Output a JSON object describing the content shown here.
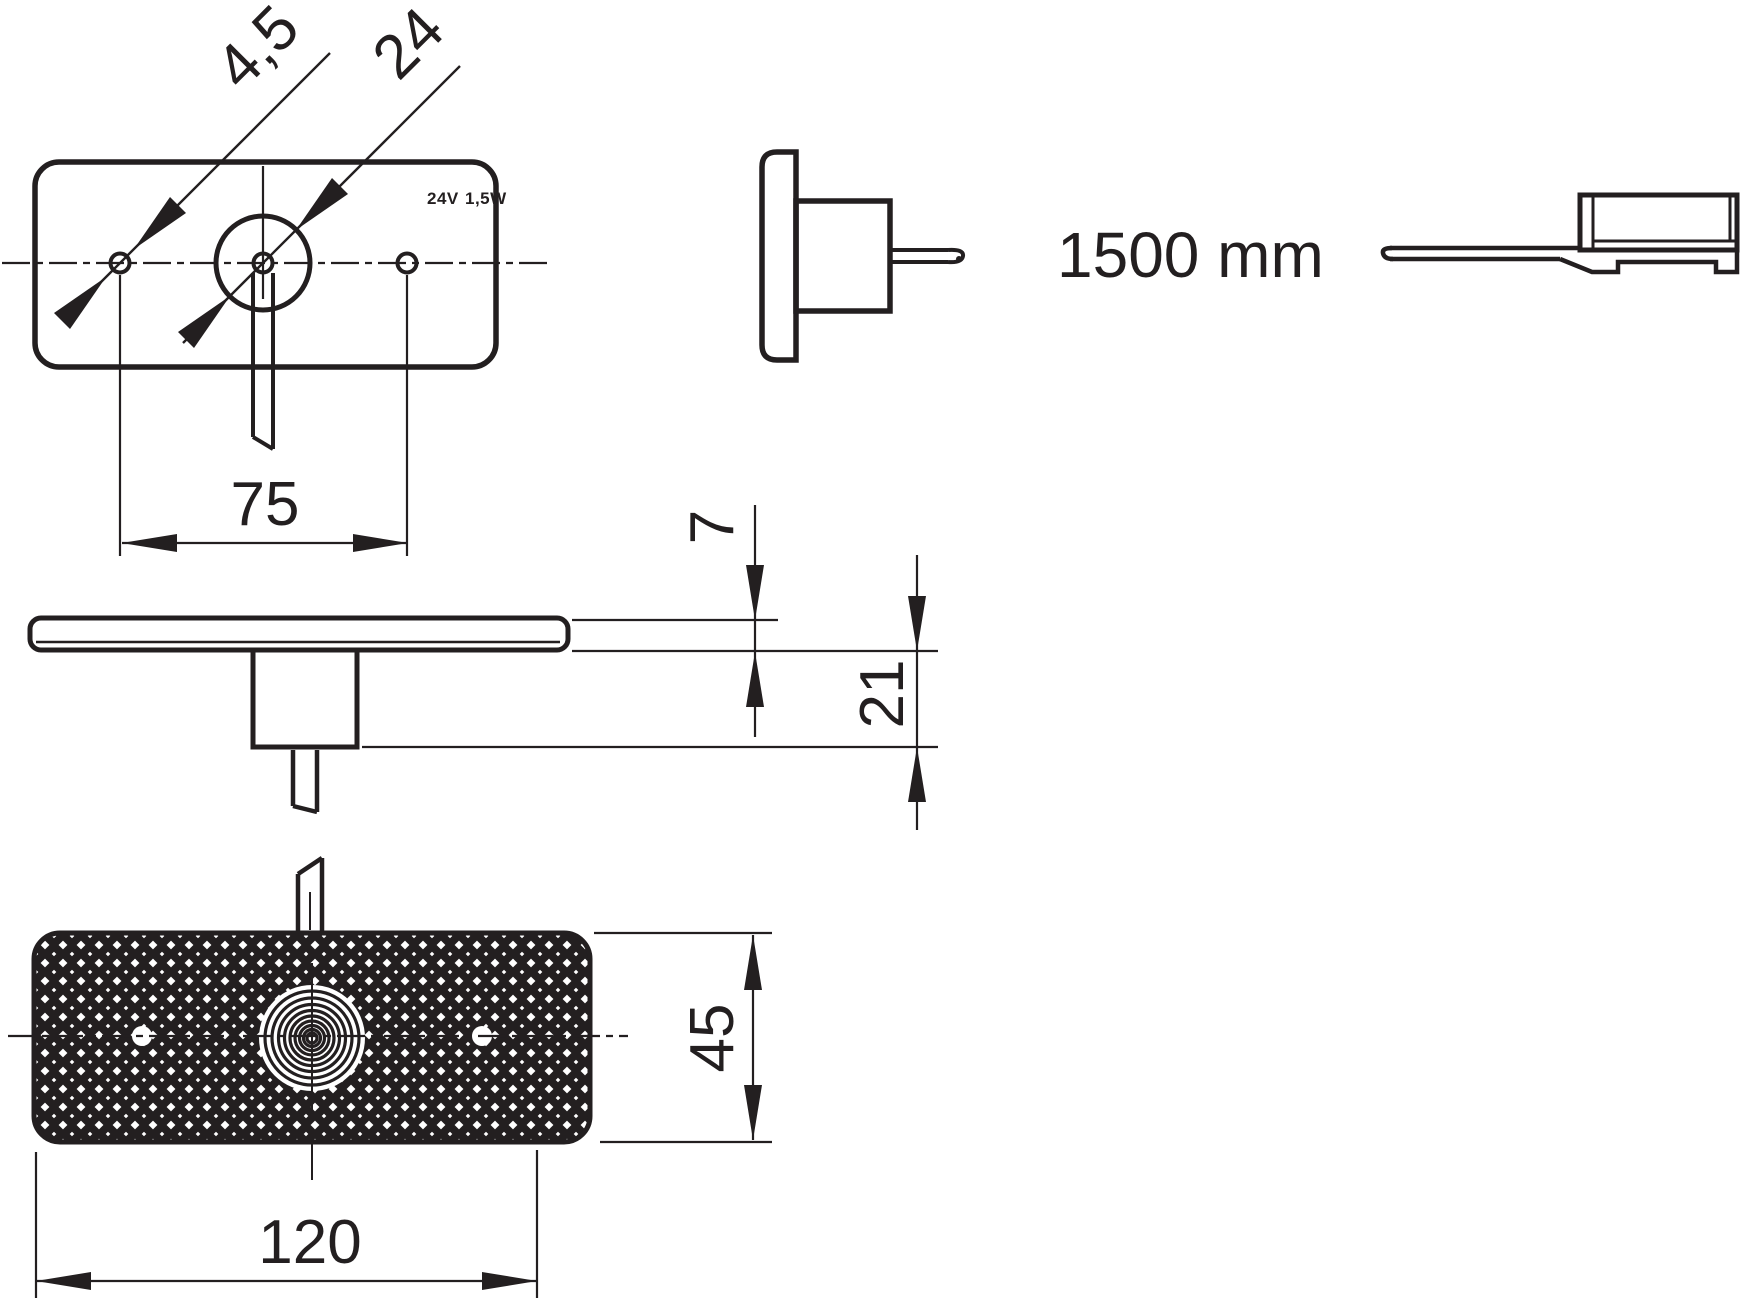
{
  "drawing": {
    "type": "technical-drawing",
    "subject": "side marker lamp, multi-view dimensioned drawing",
    "ink_color": "#231f20",
    "background_color": "#ffffff"
  },
  "marking": {
    "voltage": "24V",
    "power": "1,5W"
  },
  "dims": {
    "hole_diameter": "4,5",
    "boss_diameter": "24",
    "hole_spacing": "75",
    "lens_thickness": "7",
    "body_depth": "21",
    "lamp_height": "45",
    "lamp_width": "120",
    "cable_length": "1500 mm"
  }
}
